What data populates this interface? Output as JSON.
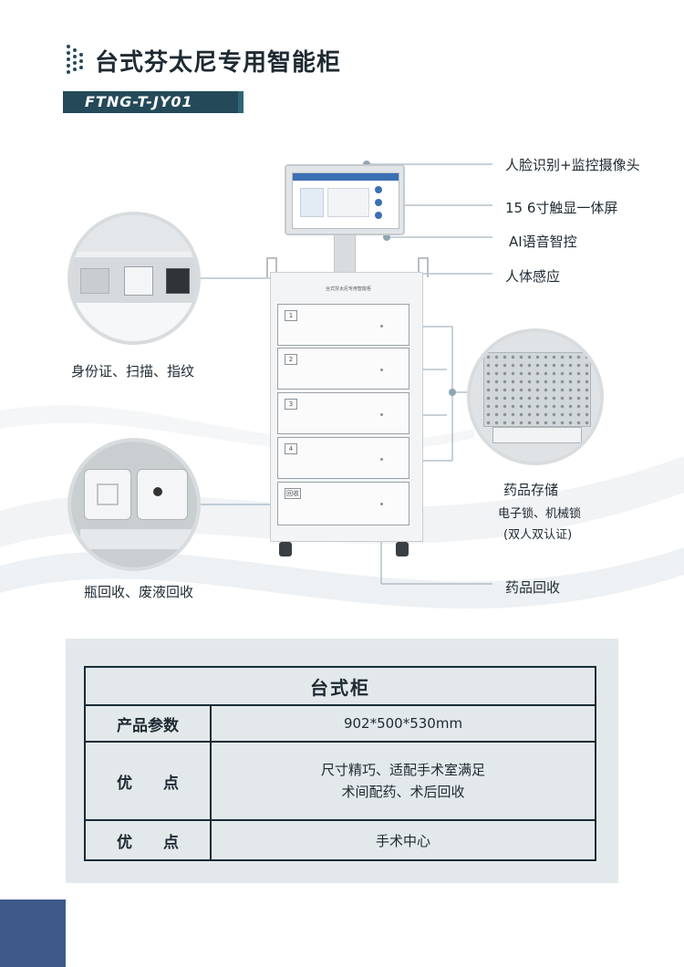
{
  "header": {
    "title": "台式芬太尼专用智能柜",
    "model": "FTNG-T-JY01"
  },
  "callouts": {
    "camera": "人脸识别+监控摄像头",
    "screen": "15 6寸触显一体屏",
    "voice": "AI语音智控",
    "sensor": "人体感应",
    "id": "身份证、扫描、指纹",
    "storage": "药品存储",
    "locks": "电子锁、机械锁",
    "dual_auth": "(双人双认证)",
    "recycle_bottles": "瓶回收、废液回收",
    "recycle": "药品回收"
  },
  "cabinet": {
    "drawers": [
      "1",
      "2",
      "3",
      "4",
      "回收"
    ],
    "panel_text": "台式芬太尼专用智能柜"
  },
  "table": {
    "title": "台式柜",
    "rows": [
      {
        "key": "产品参数",
        "value": "902*500*530mm"
      },
      {
        "key": "优　　点",
        "value": "尺寸精巧、适配手术室满足\n术间配药、术后回收"
      },
      {
        "key": "优　　点",
        "value": "手术中心"
      }
    ]
  },
  "colors": {
    "accent": "#244a5a",
    "line": "#8fa6b2",
    "corner": "#3e5a8a"
  }
}
